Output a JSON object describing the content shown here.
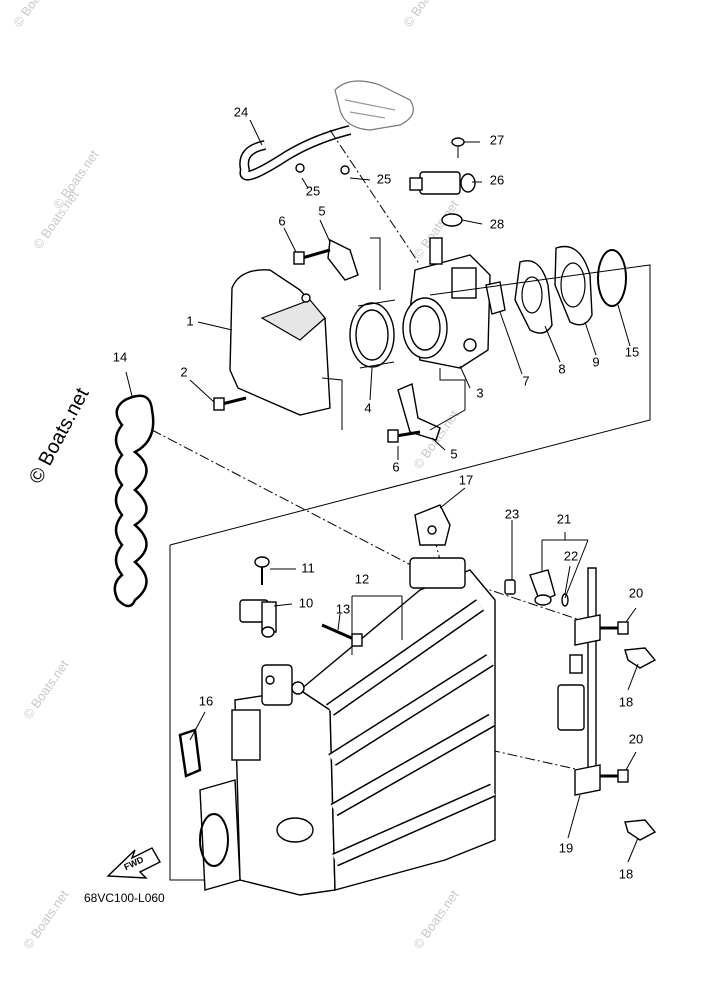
{
  "diagram": {
    "drawing_code": "68VC100-L060",
    "fwd_label": "FWD",
    "watermark": "© Boats.net",
    "faint_watermark": "© Boats.net",
    "callouts": [
      {
        "num": "1"
      },
      {
        "num": "2"
      },
      {
        "num": "3"
      },
      {
        "num": "4"
      },
      {
        "num": "5"
      },
      {
        "num": "5"
      },
      {
        "num": "6"
      },
      {
        "num": "6"
      },
      {
        "num": "7"
      },
      {
        "num": "8"
      },
      {
        "num": "9"
      },
      {
        "num": "10"
      },
      {
        "num": "11"
      },
      {
        "num": "12"
      },
      {
        "num": "13"
      },
      {
        "num": "14"
      },
      {
        "num": "15"
      },
      {
        "num": "16"
      },
      {
        "num": "17"
      },
      {
        "num": "18"
      },
      {
        "num": "18"
      },
      {
        "num": "19"
      },
      {
        "num": "20"
      },
      {
        "num": "20"
      },
      {
        "num": "21"
      },
      {
        "num": "22"
      },
      {
        "num": "23"
      },
      {
        "num": "24"
      },
      {
        "num": "25"
      },
      {
        "num": "25"
      },
      {
        "num": "26"
      },
      {
        "num": "27"
      },
      {
        "num": "28"
      }
    ]
  }
}
